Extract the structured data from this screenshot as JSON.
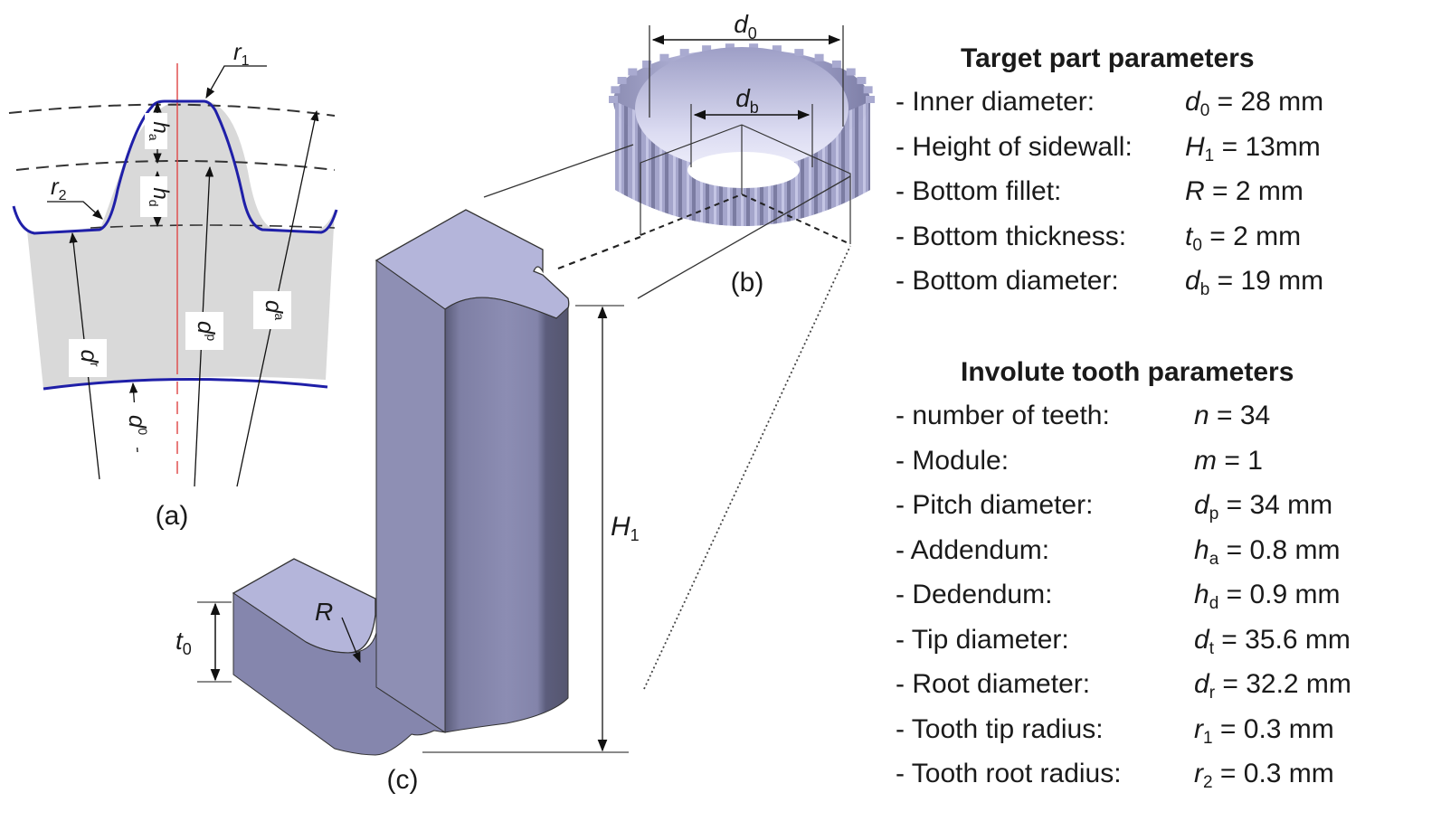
{
  "figure": {
    "panel_labels": {
      "a": "(a)",
      "b": "(b)",
      "c": "(c)"
    },
    "tooth_profile_labels": {
      "r1": {
        "sym": "r",
        "sub": "1"
      },
      "r2": {
        "sym": "r",
        "sub": "2"
      },
      "ha": {
        "sym": "h",
        "sub": "a"
      },
      "hd": {
        "sym": "h",
        "sub": "d"
      },
      "dr": {
        "sym": "d",
        "sub": "r"
      },
      "dp": {
        "sym": "d",
        "sub": "p"
      },
      "da": {
        "sym": "d",
        "sub": "a"
      },
      "d0": {
        "sym": "d",
        "sub": "0"
      }
    },
    "gear_labels": {
      "d0": {
        "sym": "d",
        "sub": "0"
      },
      "db": {
        "sym": "d",
        "sub": "b"
      }
    },
    "section_labels": {
      "H1": {
        "sym": "H",
        "sub": "1"
      },
      "t0": {
        "sym": "t",
        "sub": "0"
      },
      "R": {
        "sym": "R"
      }
    },
    "colors": {
      "profile_line": "#1f1fa8",
      "center_line": "#e05050",
      "tooth_fill": "#d9d9d9",
      "part_light": "#b7b8dc",
      "part_mid": "#8f90b8",
      "part_dark": "#5f6080"
    }
  },
  "target_part": {
    "title": "Target part parameters",
    "rows": [
      {
        "name": "- Inner diameter:",
        "sym": "d",
        "sub": "0",
        "value": " = 28 mm"
      },
      {
        "name": "- Height of sidewall:",
        "sym": "H",
        "sub": "1",
        "value": " = 13mm"
      },
      {
        "name": "- Bottom fillet:",
        "sym": "R",
        "sub": "",
        "value": " = 2 mm"
      },
      {
        "name": "- Bottom thickness:",
        "sym": "t",
        "sub": "0",
        "value": " = 2 mm"
      },
      {
        "name": "- Bottom diameter:",
        "sym": "d",
        "sub": "b",
        "value": " = 19 mm"
      }
    ]
  },
  "involute_tooth": {
    "title": "Involute tooth  parameters",
    "rows": [
      {
        "name": "- number of teeth:",
        "sym": "n",
        "sub": "",
        "value": " = 34"
      },
      {
        "name": "- Module:",
        "sym": "m",
        "sub": "",
        "value": " = 1"
      },
      {
        "name": "- Pitch diameter:",
        "sym": "d",
        "sub": "p",
        "value": " = 34 mm"
      },
      {
        "name": "- Addendum:",
        "sym": "h",
        "sub": "a",
        "value": " = 0.8 mm"
      },
      {
        "name": "- Dedendum:",
        "sym": "h",
        "sub": "d",
        "value": " = 0.9 mm"
      },
      {
        "name": "- Tip diameter:",
        "sym": "d",
        "sub": "t",
        "value": " = 35.6 mm"
      },
      {
        "name": "- Root diameter:",
        "sym": "d",
        "sub": "r",
        "value": " = 32.2 mm"
      },
      {
        "name": "- Tooth tip radius:",
        "sym": "r",
        "sub": "1",
        "value": " = 0.3 mm"
      },
      {
        "name": "- Tooth root radius:",
        "sym": "r",
        "sub": "2",
        "value": " = 0.3 mm"
      }
    ]
  }
}
